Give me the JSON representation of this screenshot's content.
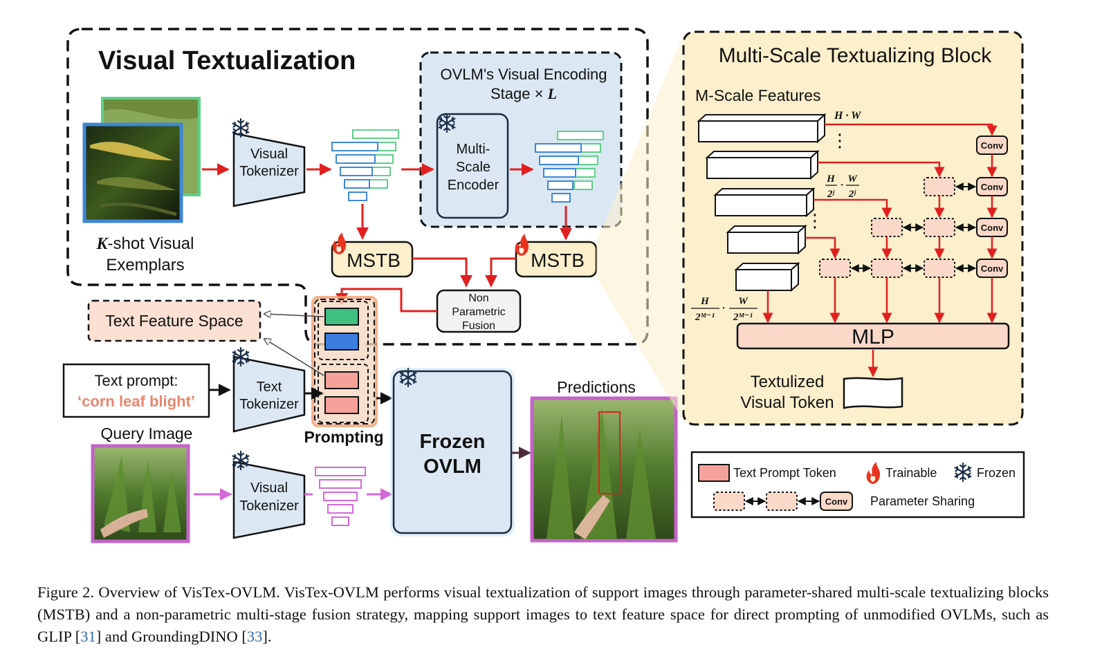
{
  "title": "Visual Textualization",
  "exemplars": {
    "label_k": "K",
    "label_rest": "-shot Visual",
    "label_line2": "Exemplars"
  },
  "tokenizer_label": [
    "Visual",
    "Tokenizer"
  ],
  "ovlm_stage": {
    "line1": "OVLM's Visual Encoding",
    "line2_prefix": "Stage × ",
    "line2_var": "L"
  },
  "encoder_label": [
    "Multi-",
    "Scale",
    "Encoder"
  ],
  "mstb_label": "MSTB",
  "fusion_label": [
    "Non",
    "Parametric",
    "Fusion"
  ],
  "text_feature_space": "Text Feature Space",
  "text_prompt": {
    "line1": "Text prompt:",
    "line2": "‘corn leaf blight’"
  },
  "text_tokenizer_label": [
    "Text",
    "Tokenizer"
  ],
  "prompting_label": "Prompting",
  "query_image_label": "Query Image",
  "frozen_ovlm_label": [
    "Frozen",
    "OVLM"
  ],
  "predictions_label": "Predictions",
  "block": {
    "title": "Multi-Scale Textualizing Block",
    "features_label": "M-Scale Features",
    "top_dim": "H · W",
    "mid_dim_num": [
      "H",
      "W"
    ],
    "mid_dim_den": [
      "2ʲ",
      "2ʲ"
    ],
    "bot_dim_num": [
      "H",
      "W"
    ],
    "bot_dim_den": [
      "2ᴹ⁻¹",
      "2ᴹ⁻¹"
    ],
    "conv_label": "Conv",
    "mlp_label": "MLP",
    "output_label": [
      "Textulized",
      "Visual Token"
    ]
  },
  "legend": {
    "prompt_token": "Text Prompt Token",
    "trainable": "Trainable",
    "frozen": "Frozen",
    "conv": "Conv",
    "sharing": "Parameter Sharing"
  },
  "caption": {
    "part1": "Figure 2. Overview of VisTex-OVLM. VisTex-OVLM performs visual textualization of support images through parameter-shared multi-scale textualizing blocks (MSTB) and a non-parametric multi-stage fusion strategy, mapping support images to text feature space for direct prompting of unmodified OVLMs, such as GLIP [",
    "ref1": "31",
    "part2": "] and GroundingDINO [",
    "ref2": "33",
    "part3": "]."
  },
  "colors": {
    "arrow_red": "#e02020",
    "arrow_pink": "#d46ad8",
    "block_bg": "#fcefcc",
    "encoding_bg": "#dbe8f3",
    "token_pink": "#f5a39a",
    "token_green": "#3fbf80",
    "token_blue": "#3d7de0"
  }
}
